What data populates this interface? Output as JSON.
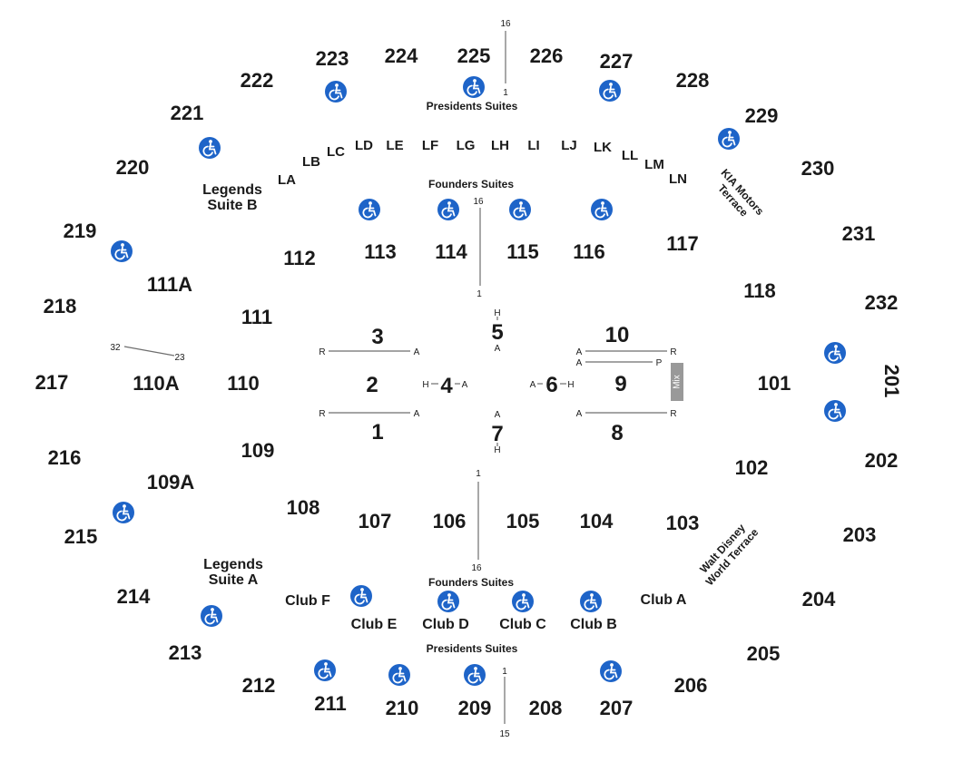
{
  "map": {
    "upper_sections": [
      "201",
      "202",
      "203",
      "204",
      "205",
      "206",
      "207",
      "208",
      "209",
      "210",
      "211",
      "212",
      "213",
      "214",
      "215",
      "216",
      "217",
      "218",
      "219",
      "220",
      "221",
      "222",
      "223",
      "224",
      "225",
      "226",
      "227",
      "228",
      "229",
      "230",
      "231",
      "232"
    ],
    "lower_sections": [
      "101",
      "102",
      "103",
      "104",
      "105",
      "106",
      "107",
      "108",
      "109",
      "109A",
      "110",
      "110A",
      "111",
      "111A",
      "112",
      "113",
      "114",
      "115",
      "116",
      "117",
      "118"
    ],
    "loge_boxes": [
      "LA",
      "LB",
      "LC",
      "LD",
      "LE",
      "LF",
      "LG",
      "LH",
      "LI",
      "LJ",
      "LK",
      "LL",
      "LM",
      "LN"
    ],
    "floor_sections": [
      "1",
      "2",
      "3",
      "4",
      "5",
      "6",
      "7",
      "8",
      "9",
      "10"
    ],
    "labels": {
      "presidents_suites_top": "Presidents Suites",
      "presidents_suites_bottom": "Presidents Suites",
      "founders_suites_top": "Founders Suites",
      "founders_suites_bottom": "Founders Suites",
      "legends_suite_b_line1": "Legends",
      "legends_suite_b_line2": "Suite B",
      "legends_suite_a_line1": "Legends",
      "legends_suite_a_line2": "Suite A",
      "kia_terrace_line1": "KIA Motors",
      "kia_terrace_line2": "Terrace",
      "wdw_terrace_line1": "Walt Disney",
      "wdw_terrace_line2": "World Terrace",
      "clubs": [
        "Club A",
        "Club B",
        "Club C",
        "Club D",
        "Club E",
        "Club F"
      ],
      "mix": "Mix"
    },
    "row_markers": {
      "top_upper_start": "16",
      "top_upper_end": "1",
      "top_lower_start": "16",
      "top_lower_end": "1",
      "bottom_lower_start": "1",
      "bottom_lower_end": "16",
      "bottom_upper_start": "1",
      "bottom_upper_end": "15",
      "left_start": "32",
      "left_end": "23",
      "floor_R": "R",
      "floor_A": "A",
      "floor_H": "H",
      "floor_P": "P"
    },
    "accessibility_icon": "wheelchair-icon",
    "colors": {
      "accessibility": "#1e64c8",
      "text": "#1a1a1a",
      "mix_box": "#999999",
      "aisle_line": "#6e6e6e"
    }
  }
}
